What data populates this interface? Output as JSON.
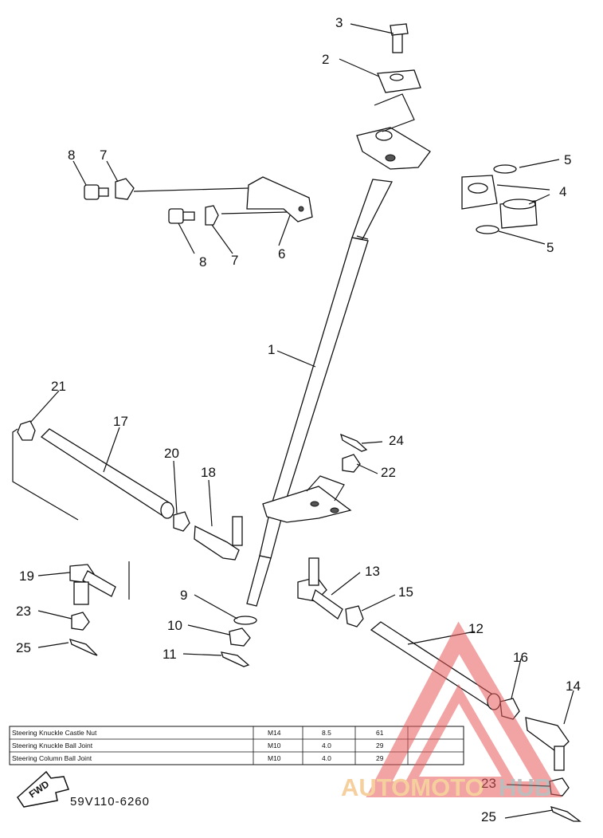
{
  "callouts": {
    "1": "1",
    "2": "2",
    "3": "3",
    "4": "4",
    "5": "5",
    "6": "6",
    "7": "7",
    "8": "8",
    "9": "9",
    "10": "10",
    "11": "11",
    "12": "12",
    "13": "13",
    "14": "14",
    "15": "15",
    "16": "16",
    "17": "17",
    "18": "18",
    "19": "19",
    "20": "20",
    "21": "21",
    "22": "22",
    "23": "23",
    "24": "24",
    "25": "25"
  },
  "torque_table": {
    "rows": [
      {
        "name": "Steering Knuckle Castle Nut",
        "thread": "M14",
        "kgm": "8.5",
        "ftlb": "61"
      },
      {
        "name": "Steering Knuckle Ball Joint",
        "thread": "M10",
        "kgm": "4.0",
        "ftlb": "29"
      },
      {
        "name": "Steering Column Ball Joint",
        "thread": "M10",
        "kgm": "4.0",
        "ftlb": "29"
      }
    ]
  },
  "fwd_label": "FWD",
  "diagram_code": "59V110-6260",
  "watermark": {
    "text_auto": "AUTOMOTO",
    "text_hub": "HUB",
    "colors": {
      "triangle": "#e85a5a",
      "auto": "#f0a850",
      "hub": "#888888"
    }
  }
}
